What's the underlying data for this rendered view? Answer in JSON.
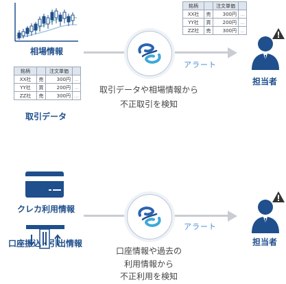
{
  "top": {
    "market_label": "相場情報",
    "trade_label": "取引データ",
    "alert_label": "アラート",
    "desc_line1": "取引データや相場情報から",
    "desc_line2": "不正取引を検知",
    "person_label": "担当者",
    "table": {
      "headers": [
        "銘柄",
        "",
        "注文単価",
        ""
      ],
      "rows": [
        [
          "XX社",
          "売",
          "300円",
          "…"
        ],
        [
          "YY社",
          "買",
          "200円",
          "…"
        ],
        [
          "ZZ社",
          "売",
          "300円",
          "…"
        ]
      ]
    }
  },
  "bottom": {
    "card_label": "クレカ利用情報",
    "atm_label": "口座振込・引出情報",
    "alert_label": "アラート",
    "desc_line1": "口座情報や過去の",
    "desc_line2": "利用情報から",
    "desc_line3": "不正利用を検知",
    "person_label": "担当者"
  },
  "colors": {
    "navy": "#1f4f8c",
    "accent": "#4a8ed6",
    "warning": "#333333",
    "arrow": "#c9ccd2"
  },
  "icons": [
    "candlestick-chart-icon",
    "ai-logo-icon",
    "person-icon",
    "warning-icon",
    "credit-card-icon",
    "atm-icon"
  ]
}
